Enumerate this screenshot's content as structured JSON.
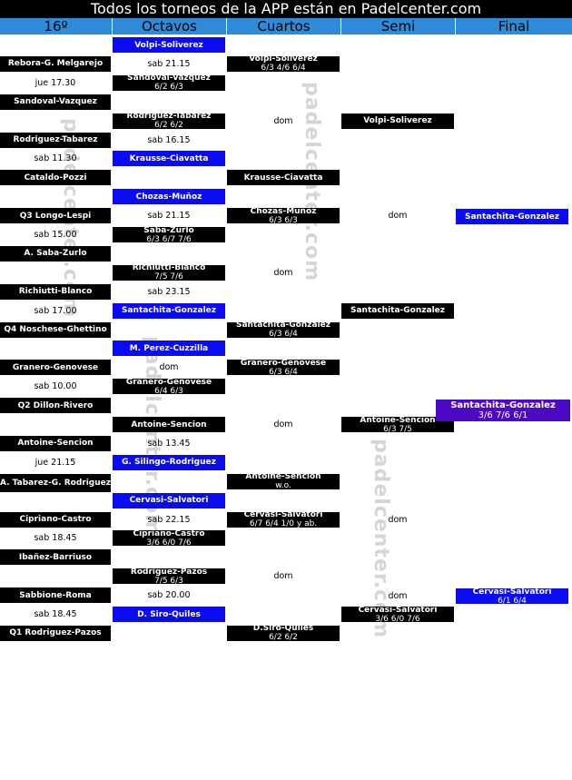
{
  "title": "Todos los torneos de la APP están en Padelcenter.com",
  "columns": [
    "16º",
    "Octavos",
    "Cuartos",
    "Semi",
    "Final"
  ],
  "watermark": "padelcenter.com",
  "r16": [
    "Rebora-G. Melgarejo",
    "jue 17.30",
    "Sandoval-Vazquez",
    "Rodriguez-Tabarez",
    "sab 11.30",
    "Cataldo-Pozzi",
    "Q3 Longo-Lespi",
    "sab 15.00",
    "A. Saba-Zurlo",
    "Richiutti-Blanco",
    "sab 17.00",
    "Q4 Noschese-Ghettino",
    "Granero-Genovese",
    "sab 10.00",
    "Q2 Dillon-Rivero",
    "Antoine-Sencion",
    "jue 21.15",
    "A. Tabarez-G. Rodriguez",
    "Cipriano-Castro",
    "sab 18.45",
    "Ibañez-Barriuso",
    "Sabbione-Roma",
    "sab 18.45",
    "Q1 Rodriguez-Pazos"
  ],
  "octavos": [
    {
      "name": "Volpi-Soliverez"
    },
    {
      "time": "sab 21.15"
    },
    {
      "name": "Sandoval-Vazquez",
      "score": "6/2 6/3"
    },
    {
      "name": "Rodriguez-Tabarez",
      "score": "6/2 6/2"
    },
    {
      "time": "sab 16.15"
    },
    {
      "name": "Krausse-Ciavatta"
    },
    {
      "name": "Chozas-Muñoz"
    },
    {
      "time": "sab 21.15"
    },
    {
      "name": "Saba-Zurlo",
      "score": "6/3 6/7 7/6"
    },
    {
      "name": "Richiutti-Blanco",
      "score": "7/5 7/6"
    },
    {
      "time": "sab 23.15"
    },
    {
      "name": "Santachita-Gonzalez"
    },
    {
      "name": "M. Perez-Cuzzilla"
    },
    {
      "time": "dom"
    },
    {
      "name": "Granero-Genovese",
      "score": "6/4 6/3"
    },
    {
      "name": "Antoine-Sencion"
    },
    {
      "time": "sab 13.45"
    },
    {
      "name": "G. Silingo-Rodriguez"
    },
    {
      "name": "Cervasi-Salvatori"
    },
    {
      "time": "sab 22.15"
    },
    {
      "name": "Cipriano-Castro",
      "score": "3/6 6/0 7/6"
    },
    {
      "name": "Rodriguez-Pazos",
      "score": "7/5 6/3"
    },
    {
      "time": "sab 20.00"
    },
    {
      "name": "D. Siro-Quiles"
    }
  ],
  "cuartos": [
    {
      "name": "Volpi-Soliverez",
      "score": "6/3 4/6 6/4"
    },
    {
      "time": "dom"
    },
    {
      "name": "Krausse-Ciavatta"
    },
    {
      "name": "Chozas-Muñoz",
      "score": "6/3 6/3"
    },
    {
      "time": "dom"
    },
    {
      "name": "Santachita-Gonzalez",
      "score": "6/3 6/4"
    },
    {
      "name": "Granero-Genovese",
      "score": "6/3 6/4"
    },
    {
      "time": "dom"
    },
    {
      "name": "Antoine-Sencion",
      "score": "w.o."
    },
    {
      "name": "Cervasi-Salvatori",
      "score": "6/7 6/4 1/0 y ab."
    },
    {
      "time": "dom"
    },
    {
      "name": "D.Siro-Quiles",
      "score": "6/2 6/2"
    }
  ],
  "semi": [
    {
      "name": "Volpi-Soliverez"
    },
    {
      "time": "dom"
    },
    {
      "name": "Santachita-Gonzalez"
    },
    {
      "name": "Antoine-Sencion",
      "score": "6/3 7/5"
    },
    {
      "time": "dom"
    },
    {
      "name": "Cervasi-Salvatori",
      "score": "3/6 6/0 7/6"
    }
  ],
  "final": [
    {
      "name": "Santachita-Gonzalez"
    },
    {
      "name": "Cervasi-Salvatori",
      "score": "6/1 6/4"
    }
  ],
  "champion": {
    "name": "Santachita-Gonzalez",
    "score": "3/6 7/6 6/1"
  }
}
